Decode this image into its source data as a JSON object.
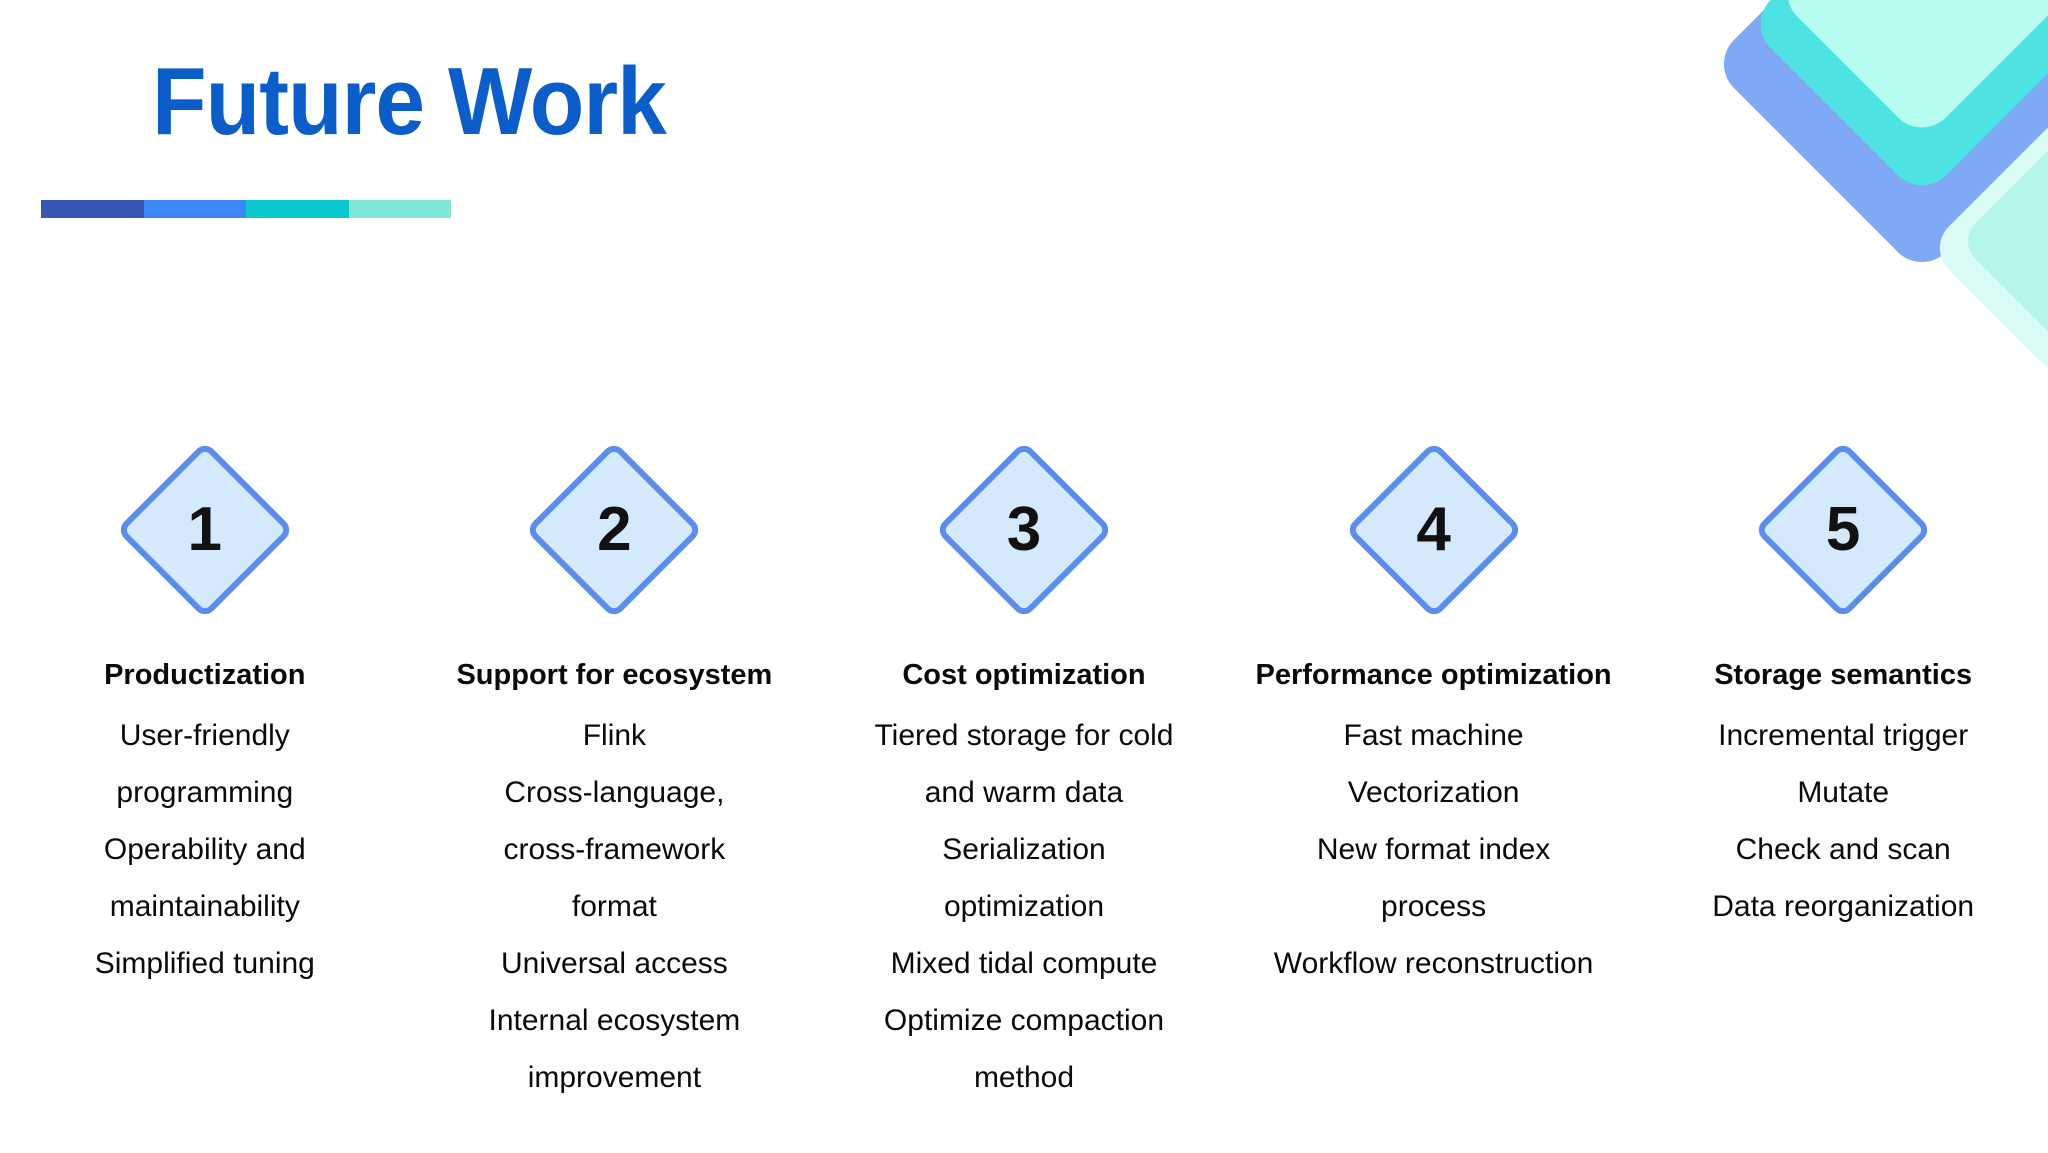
{
  "slide": {
    "title": "Future Work",
    "accent_bar_colors": [
      "#3A56B5",
      "#3B87F7",
      "#0BC9CE",
      "#80E6D8"
    ],
    "title_color": "#0B5EC9",
    "diamond_fill": "#D4E9FB",
    "diamond_border": "#5B8DEF",
    "decor_colors": [
      "#7FA8F5",
      "#4EE3E3",
      "#B6FCEF",
      "#DAFBF6",
      "#B6F6EA"
    ]
  },
  "columns": [
    {
      "number": "1",
      "heading": "Productization",
      "items": [
        "User-friendly programming",
        "Operability and maintainability",
        "Simplified tuning"
      ]
    },
    {
      "number": "2",
      "heading": "Support for ecosystem",
      "items": [
        "Flink",
        "Cross-language, cross-framework format",
        "Universal access",
        "Internal ecosystem improvement"
      ]
    },
    {
      "number": "3",
      "heading": "Cost optimization",
      "items": [
        "Tiered storage for cold and warm data",
        "Serialization optimization",
        "Mixed tidal compute",
        "Optimize compaction method"
      ]
    },
    {
      "number": "4",
      "heading": "Performance optimization",
      "items": [
        "Fast machine",
        "Vectorization",
        "New format index process",
        "Workflow reconstruction"
      ]
    },
    {
      "number": "5",
      "heading": "Storage semantics",
      "items": [
        "Incremental trigger",
        "Mutate",
        "Check and scan",
        "Data reorganization"
      ]
    }
  ]
}
